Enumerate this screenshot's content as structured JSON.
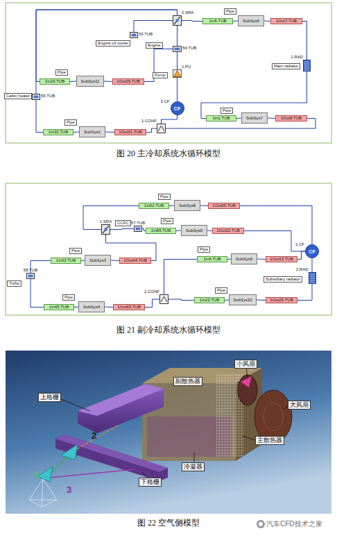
{
  "diagram": {
    "nodes": [
      {
        "text": [
          "2.SRA"
        ]
      },
      {
        "text": [
          "1in5.TUB"
        ]
      },
      {
        "text": [
          "SubSys6"
        ]
      },
      {
        "text": [
          "1Out7.TUB"
        ]
      },
      {
        "text": [
          "1.RAD"
        ]
      },
      {
        "text": [
          "1in1.TUB"
        ]
      },
      {
        "text": [
          "SubSys7"
        ]
      },
      {
        "text": [
          "1Out8.TUB"
        ]
      },
      {
        "text": [
          "3.CF",
          "CF"
        ]
      },
      {
        "text": [
          "1.PU"
        ]
      },
      {
        "text": [
          "54.TUB"
        ]
      },
      {
        "text": [
          "53.TUB"
        ]
      },
      {
        "text": [
          "1.CONF"
        ]
      },
      {
        "text": [
          "1in30.TUB"
        ]
      },
      {
        "text": [
          "SubSys1"
        ]
      },
      {
        "text": [
          "1Out31.TUB"
        ]
      },
      {
        "text": [
          "55.TUB"
        ]
      },
      {
        "text": [
          "1in26.TUB"
        ]
      },
      {
        "text": [
          "SubSys11"
        ]
      },
      {
        "text": [
          "1Out29.TUB"
        ]
      },
      {
        "text": [
          "1in62.TUB"
        ]
      },
      {
        "text": [
          "SubSys8"
        ]
      },
      {
        "text": [
          "1Out65.TUB"
        ]
      },
      {
        "text": [
          "1.SRA"
        ]
      },
      {
        "text": [
          "57.TUB"
        ]
      },
      {
        "text": [
          "1in85.TUB"
        ]
      },
      {
        "text": [
          "SubSys5"
        ]
      },
      {
        "text": [
          "1Out22.TUB"
        ]
      },
      {
        "text": [
          "1in9.TUB"
        ]
      },
      {
        "text": [
          "SubSys9"
        ]
      },
      {
        "text": [
          "1Out13.TUB"
        ]
      },
      {
        "text": [
          "2.CF",
          "CF"
        ]
      },
      {
        "text": [
          "1in33.TUB"
        ]
      },
      {
        "text": [
          "SubSys3"
        ]
      },
      {
        "text": [
          "1Out44.TUB"
        ]
      },
      {
        "text": [
          "58.TUB"
        ]
      },
      {
        "text": [
          "1in45.TUB"
        ]
      },
      {
        "text": [
          "SubSys4"
        ]
      },
      {
        "text": [
          "1Out60.TUB"
        ]
      },
      {
        "text": [
          "2.CONF"
        ]
      },
      {
        "text": [
          "1in23.TUB"
        ]
      },
      {
        "text": [
          "SubSys10"
        ]
      },
      {
        "text": [
          "1Out25.TUB"
        ]
      },
      {
        "text": [
          "3.RAD"
        ]
      }
    ],
    "edges": [
      {
        "from": 0,
        "to": 1,
        "arrow": "none"
      },
      {
        "from": 1,
        "to": 2,
        "arrow": "none"
      },
      {
        "from": 2,
        "to": 3,
        "arrow": "none"
      },
      {
        "from": 3,
        "to": 4,
        "arrow": "none"
      },
      {
        "from": 4,
        "to": 5,
        "arrow": "none"
      },
      {
        "from": 5,
        "to": 6,
        "arrow": "none"
      },
      {
        "from": 6,
        "to": 7,
        "arrow": "none"
      },
      {
        "from": 7,
        "to": 12,
        "arrow": "none"
      },
      {
        "from": 12,
        "to": 8,
        "arrow": "none"
      },
      {
        "from": 8,
        "to": 9,
        "arrow": "none"
      },
      {
        "from": 9,
        "to": 10,
        "arrow": "none"
      },
      {
        "from": 10,
        "to": 0,
        "arrow": "none"
      },
      {
        "from": 11,
        "to": 0,
        "arrow": "none"
      },
      {
        "from": 0,
        "to": 17,
        "arrow": "none"
      },
      {
        "from": 17,
        "to": 18,
        "arrow": "none"
      },
      {
        "from": 18,
        "to": 19,
        "arrow": "none"
      },
      {
        "from": 19,
        "to": 10,
        "arrow": "none"
      },
      {
        "from": 16,
        "to": 13,
        "arrow": "none"
      },
      {
        "from": 13,
        "to": 14,
        "arrow": "none"
      },
      {
        "from": 14,
        "to": 15,
        "arrow": "none"
      },
      {
        "from": 15,
        "to": 12,
        "arrow": "none"
      },
      {
        "from": 0,
        "to": 16,
        "arrow": "none"
      },
      {
        "from": 20,
        "to": 21,
        "arrow": "none"
      },
      {
        "from": 21,
        "to": 22,
        "arrow": "none"
      },
      {
        "from": 22,
        "to": 31,
        "arrow": "none"
      },
      {
        "from": 23,
        "to": 24,
        "arrow": "none"
      },
      {
        "from": 24,
        "to": 25,
        "arrow": "none"
      },
      {
        "from": 25,
        "to": 26,
        "arrow": "none"
      },
      {
        "from": 26,
        "to": 27,
        "arrow": "none"
      },
      {
        "from": 27,
        "to": 31,
        "arrow": "none"
      },
      {
        "from": 28,
        "to": 29,
        "arrow": "none"
      },
      {
        "from": 29,
        "to": 30,
        "arrow": "none"
      },
      {
        "from": 30,
        "to": 31,
        "arrow": "none"
      },
      {
        "from": 31,
        "to": 43,
        "arrow": "none"
      },
      {
        "from": 43,
        "to": 42,
        "arrow": "none"
      },
      {
        "from": 42,
        "to": 41,
        "arrow": "none"
      },
      {
        "from": 41,
        "to": 40,
        "arrow": "none"
      },
      {
        "from": 40,
        "to": 39,
        "arrow": "none"
      },
      {
        "from": 39,
        "to": 38,
        "arrow": "none"
      },
      {
        "from": 38,
        "to": 37,
        "arrow": "none"
      },
      {
        "from": 37,
        "to": 36,
        "arrow": "none"
      },
      {
        "from": 36,
        "to": 35,
        "arrow": "none"
      },
      {
        "from": 35,
        "to": 32,
        "arrow": "none"
      },
      {
        "from": 32,
        "to": 33,
        "arrow": "none"
      },
      {
        "from": 33,
        "to": 34,
        "arrow": "none"
      },
      {
        "from": 34,
        "to": 23,
        "arrow": "none"
      },
      {
        "from": 23,
        "to": 20,
        "arrow": "none"
      },
      {
        "from": 39,
        "to": 28,
        "arrow": "none"
      }
    ],
    "labels": [
      "Pipe",
      "Engine oil cooler",
      "Engine",
      "Pump",
      "Main radiator",
      "Pipe",
      "Cabin heater",
      "Pipe",
      "Pipe",
      "图 20 主冷却系统水循环模型",
      "Pipe",
      "CCFC",
      "Pipe",
      "Pipe",
      "Pipe",
      "Turbo",
      "Pipe",
      "Pipe",
      "Subsidiary radiator",
      "图 21 副冷却系统水循环模型",
      "小风扇",
      "大风扇",
      "副散热器",
      "上格栅",
      "主散热器",
      "冷凝器",
      "下格栅",
      "1",
      "2",
      "3",
      "图 22 空气侧模型",
      "汽车CFD技术之家"
    ]
  }
}
